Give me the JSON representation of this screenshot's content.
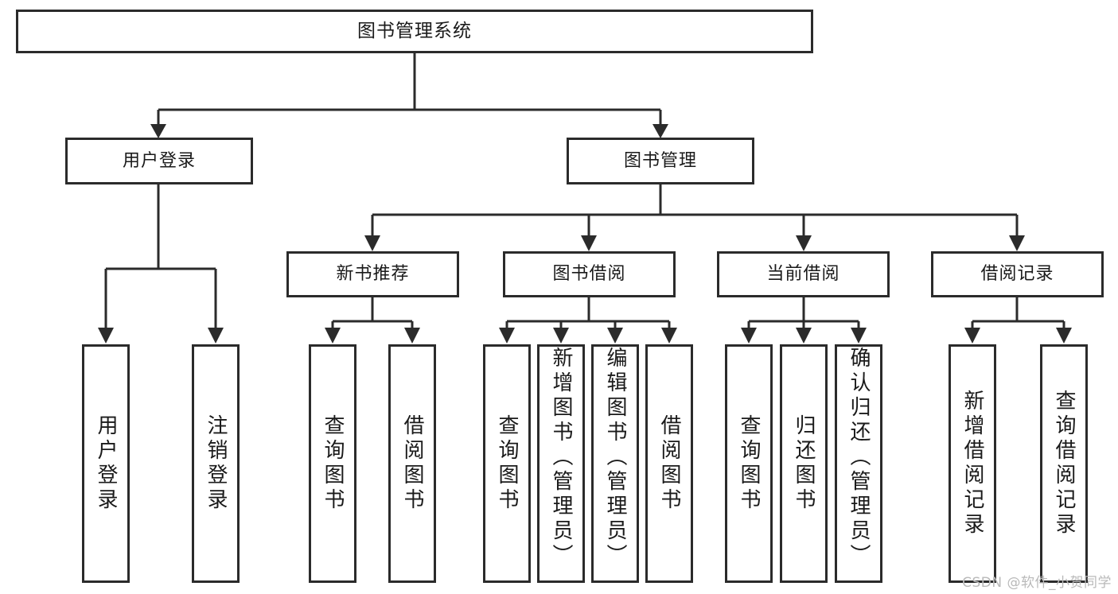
{
  "diagram": {
    "type": "tree",
    "title": "图书管理系统",
    "watermark": "CSDN @软件_小贺同学",
    "colors": {
      "background": "#ffffff",
      "stroke": "#2b2b2b",
      "node_fill": "#ffffff",
      "text": "#1a1a1a",
      "watermark": "#b9b9b9"
    },
    "nodes": {
      "root": "图书管理系统",
      "level1": [
        "用户登录",
        "图书管理"
      ],
      "level2": [
        "新书推荐",
        "图书借阅",
        "当前借阅",
        "借阅记录"
      ],
      "leaves": {
        "user_login": [
          "用户登录",
          "注销登录"
        ],
        "new_book_recommend": [
          "查询图书",
          "借阅图书"
        ],
        "book_borrow": [
          "查询图书",
          "新增图书（管理员）",
          "编辑图书（管理员）",
          "借阅图书"
        ],
        "current_borrow": [
          "查询图书",
          "归还图书",
          "确认归还（管理员）"
        ],
        "borrow_record": [
          "新增借阅记录",
          "查询借阅记录"
        ]
      }
    }
  }
}
